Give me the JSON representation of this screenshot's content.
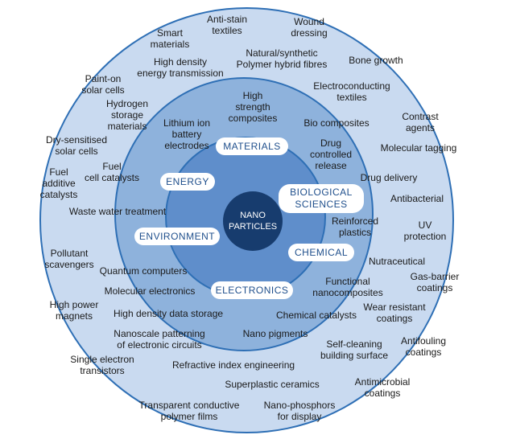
{
  "core": "NANO\nPARTICLES",
  "categories": {
    "materials": "MATERIALS",
    "energy": "ENERGY",
    "biological": "BIOLOGICAL\nSCIENCES",
    "environment": "ENVIRONMENT",
    "chemical": "CHEMICAL",
    "electronics": "ELECTRONICS"
  },
  "inner_applications": [
    "High\nstrength\ncomposites",
    "Lithium ion\nbattery\nelectrodes",
    "Bio composites",
    "Drug\ncontrolled\nrelease",
    "Fuel\ncell catalysts",
    "Waste water treatment",
    "Reinforced\nplastics",
    "Quantum computers",
    "Molecular electronics",
    "Functional\nnanocomposites",
    "High density data storage",
    "Chemical catalysts",
    "Nano pigments",
    "Nanoscale patterning\nof electronic circuits",
    "Hydrogen\nstorage\nmaterials",
    "Drug delivery",
    "Nutraceutical",
    "Wear resistant\ncoatings",
    "Self-cleaning\nbuilding surface"
  ],
  "outer_applications": [
    "Anti-stain\ntextiles",
    "Wound\ndressing",
    "Smart\nmaterials",
    "Natural/synthetic\nPolymer hybrid fibres",
    "High density\nenergy transmission",
    "Bone growth",
    "Paint-on\nsolar cells",
    "Electroconducting\ntextiles",
    "Contrast\nagents",
    "Dry-sensitised\nsolar cells",
    "Molecular tagging",
    "Fuel\nadditive\ncatalysts",
    "Antibacterial",
    "UV\nprotection",
    "Pollutant\nscavengers",
    "Gas-barrier\ncoatings",
    "High power\nmagnets",
    "Antifouling\ncoatings",
    "Single electron\ntransistors",
    "Refractive index engineering",
    "Superplastic ceramics",
    "Antimicrobial\ncoatings",
    "Transparent conductive\npolymer films",
    "Nano-phosphors\nfor display"
  ]
}
